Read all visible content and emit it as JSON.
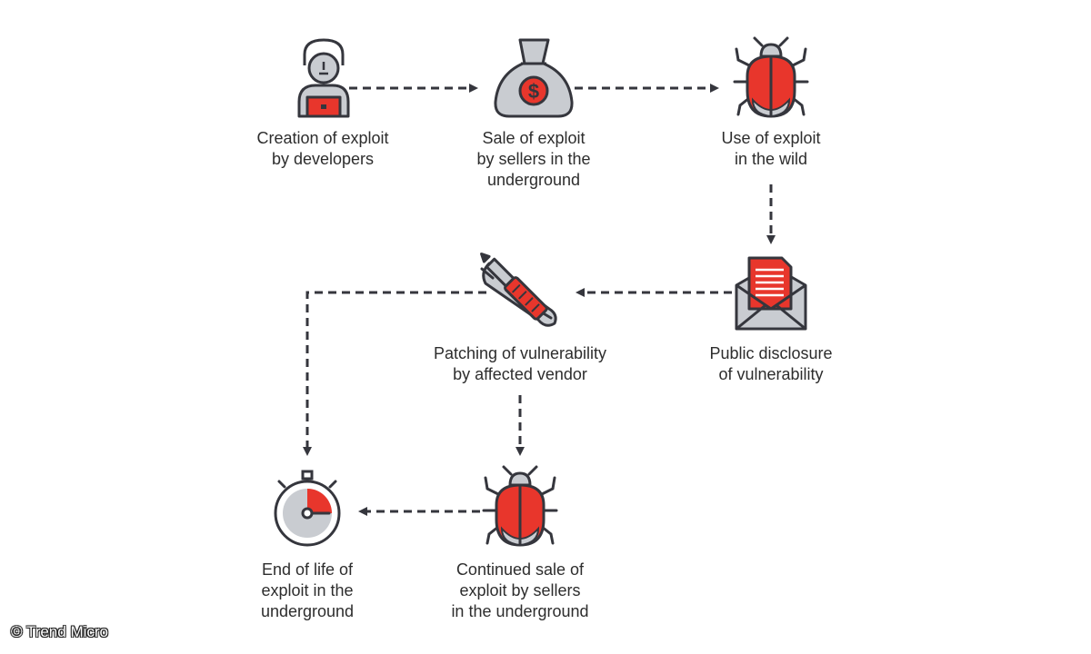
{
  "colors": {
    "accent": "#e8362c",
    "dark": "#35363d",
    "light": "#c9ccd1"
  },
  "nodes": [
    {
      "id": "creation",
      "icon": "developer-laptop-icon",
      "lines": [
        "Creation of exploit",
        "by developers"
      ]
    },
    {
      "id": "sale",
      "icon": "money-bag-icon",
      "lines": [
        "Sale of exploit",
        "by sellers in the",
        "underground"
      ]
    },
    {
      "id": "use",
      "icon": "bug-icon",
      "lines": [
        "Use of exploit",
        "in the wild"
      ]
    },
    {
      "id": "disclosure",
      "icon": "envelope-document-icon",
      "lines": [
        "Public disclosure",
        "of vulnerability"
      ]
    },
    {
      "id": "patching",
      "icon": "wrench-screwdriver-icon",
      "lines": [
        "Patching of vulnerability",
        "by affected vendor"
      ]
    },
    {
      "id": "continued",
      "icon": "bug-icon",
      "lines": [
        "Continued sale of",
        "exploit by sellers",
        "in the underground"
      ]
    },
    {
      "id": "endoflife",
      "icon": "stopwatch-icon",
      "lines": [
        "End of life of",
        "exploit in the",
        "underground"
      ]
    }
  ],
  "icon_glyphs": {
    "money-bag-icon": "$"
  },
  "credit": "© Trend Micro"
}
